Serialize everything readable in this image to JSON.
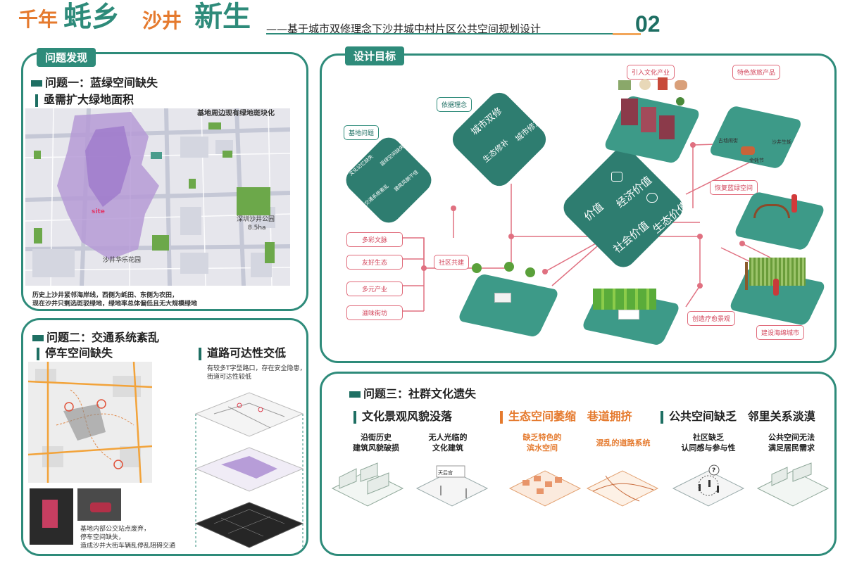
{
  "header": {
    "title_1": "千年",
    "title_2": "蚝乡",
    "title_3": "沙井",
    "title_4": "新生",
    "subtitle": "——基于城市双修理念下沙井城中村片区公共空间规划设计",
    "page_number": "02"
  },
  "problem_panel": {
    "tag": "问题发现",
    "problem1_title": "问题一：蓝绿空间缺失",
    "problem1_sub": "亟需扩大绿地面积",
    "map_label_top": "基地周边现有绿地斑块化",
    "map_label_site": "site",
    "map_label_park": "深圳沙井公园",
    "map_label_area": "8.5ha",
    "map_label_garden": "沙井华乐花园",
    "desc_line1": "历史上沙井紧邻海岸线，西侧为蚝田、东侧为农田，",
    "desc_line2": "现在沙井只剩选斑驳绿地，绿地率总体偏低且无大规模绿地"
  },
  "traffic_panel": {
    "title": "问题二：交通系统紊乱",
    "sub_left": "停车空间缺失",
    "sub_right": "道路可达性交低",
    "right_note_1": "有较多T字型路口，存在安全隐患，",
    "right_note_2": "街道可达性较低",
    "photo_note_1": "基地内部公交站点废弃，",
    "photo_note_2": "停车空间缺失，",
    "photo_note_3": "造成沙井大街车辆乱停乱阻碍交通"
  },
  "goal_panel": {
    "tag": "设计目标",
    "label_basis": "依据理念",
    "label_site_problem": "基地问题",
    "concept_1": "城市双修",
    "concept_2": "城市修复",
    "concept_3": "生态修补",
    "site_issue_1": "文化记忆缺失",
    "site_issue_2": "蓝绿空间缺失",
    "site_issue_3": "交通系统紊乱",
    "site_issue_4": "建筑风貌不佳",
    "value_1": "价值",
    "value_2": "经济价值",
    "value_3": "社会价值",
    "value_4": "生态价值",
    "tags_left": [
      "多彩文脉",
      "友好生态",
      "多元产业",
      "滋味街坊"
    ],
    "label_community": "社区共建",
    "label_culture_industry": "引入文化产业",
    "label_tourism": "特色旅旅产品",
    "label_blue_green": "恢复蓝绿空间",
    "label_healing": "创造疗愈景观",
    "label_sponge": "建设海绵城市",
    "tour_1": "古墟闹街",
    "tour_2": "沙井生蚝",
    "tour_3": "金蚝节"
  },
  "culture_panel": {
    "title": "问题三：社群文化遗失",
    "group1": "文化景观风貌没落",
    "group2a": "生态空间萎缩",
    "group2b": "巷道拥挤",
    "group3a": "公共空间缺乏",
    "group3b": "邻里关系淡漠",
    "cap1_l1": "沿街历史",
    "cap1_l2": "建筑风貌破损",
    "cap2_l1": "无人光临的",
    "cap2_l2": "文化建筑",
    "cap2_sign": "天后宫",
    "cap3_l1": "缺乏特色的",
    "cap3_l2": "滨水空间",
    "cap4": "混乱的道路系统",
    "cap5_l1": "社区缺乏",
    "cap5_l2": "认同感与参与性",
    "cap6_l1": "公共空间无法",
    "cap6_l2": "满足居民需求"
  }
}
